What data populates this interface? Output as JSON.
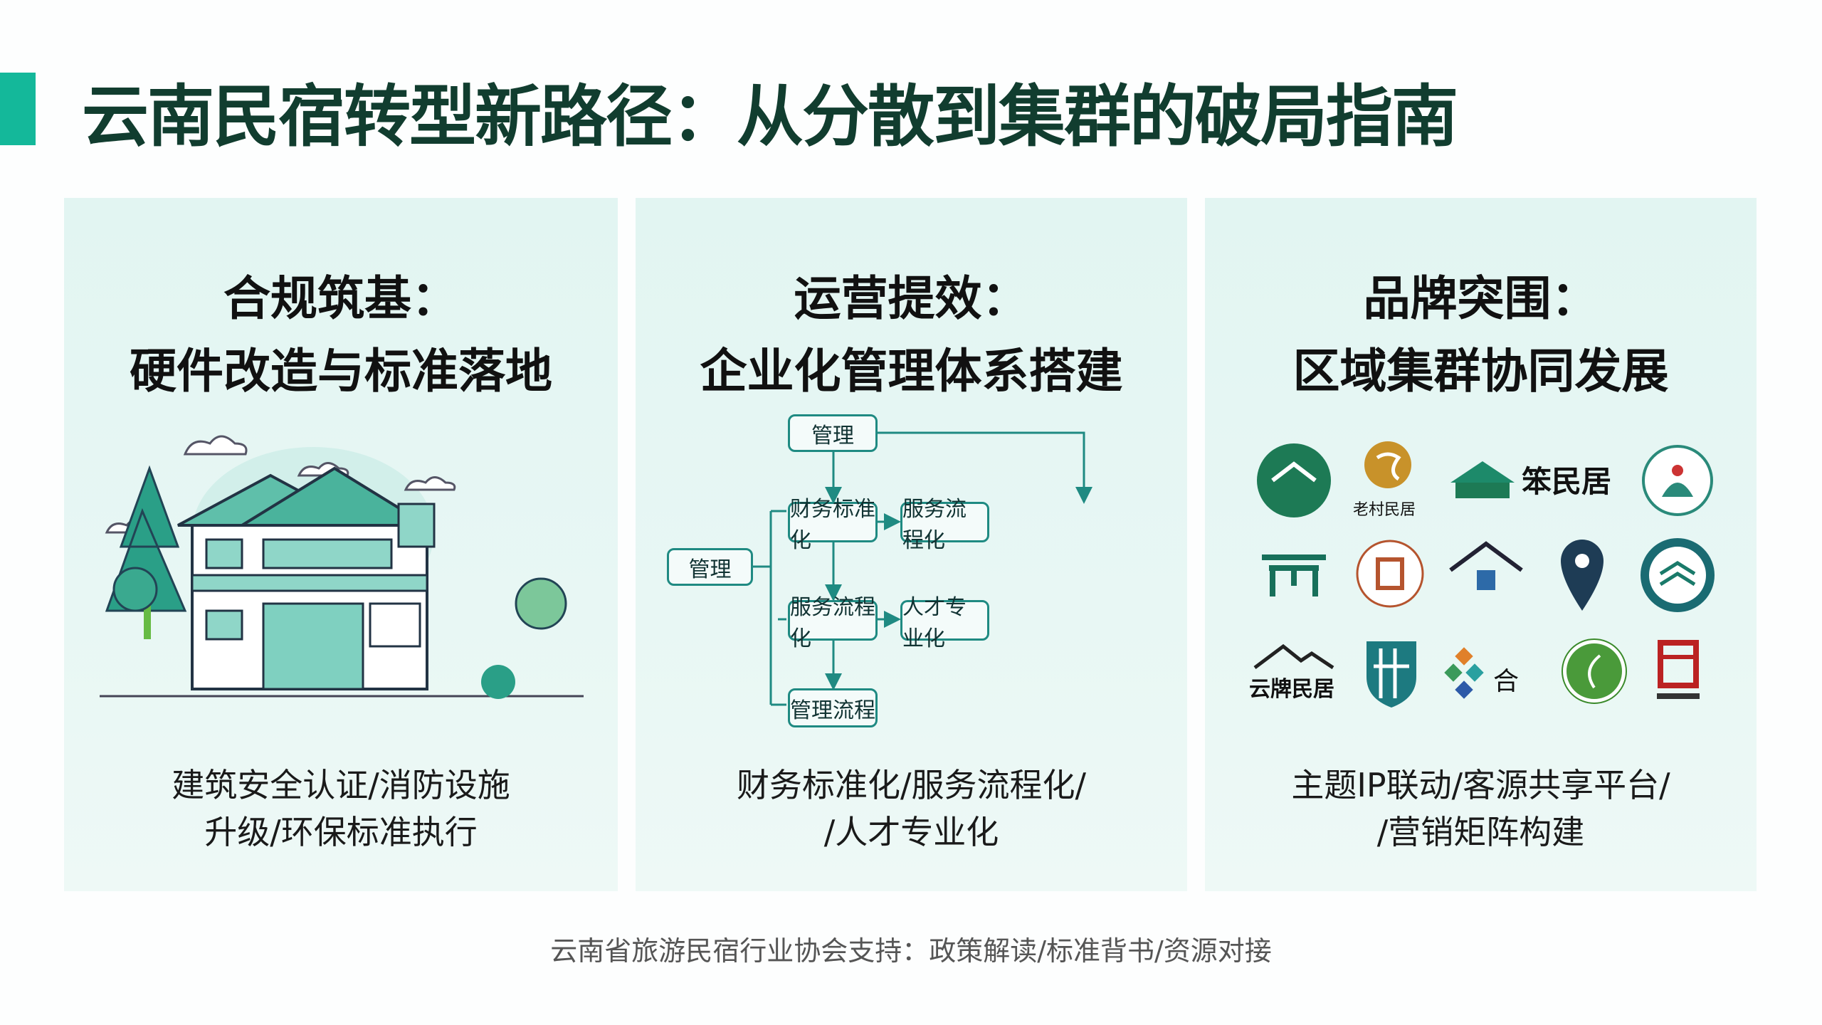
{
  "title": "云南民宿转型新路径：从分散到集群的破局指南",
  "panels": [
    {
      "heading1": "合规筑基：",
      "heading2": "硬件改造与标准落地",
      "desc1": "建筑安全认证/消防设施",
      "desc2": "升级/环保标准执行",
      "image": "house-illustration"
    },
    {
      "heading1": "运营提效：",
      "heading2": "企业化管理体系搭建",
      "desc1": "财务标准化/服务流程化/",
      "desc2": "/人才专业化",
      "flow": {
        "top": "管理",
        "left": "管理",
        "finance": "财务标准化",
        "service_right": "服务流程化",
        "service": "服务流程化",
        "talent": "人才专业化",
        "process": "管理流程"
      }
    },
    {
      "heading1": "品牌突围：",
      "heading2": "区域集群协同发展",
      "desc1": "主题IP联动/客源共享平台/",
      "desc2": "/营销矩阵构建",
      "logos": [
        "老村民居",
        "笨民居",
        "云牌民居",
        "合"
      ]
    }
  ],
  "footer": "云南省旅游民宿行业协会支持：政策解读/标准背书/资源对接",
  "colors": {
    "accent": "#14b89a",
    "title": "#113d2f",
    "flow": "#1f8a82",
    "panel": "#e2f5f2"
  }
}
